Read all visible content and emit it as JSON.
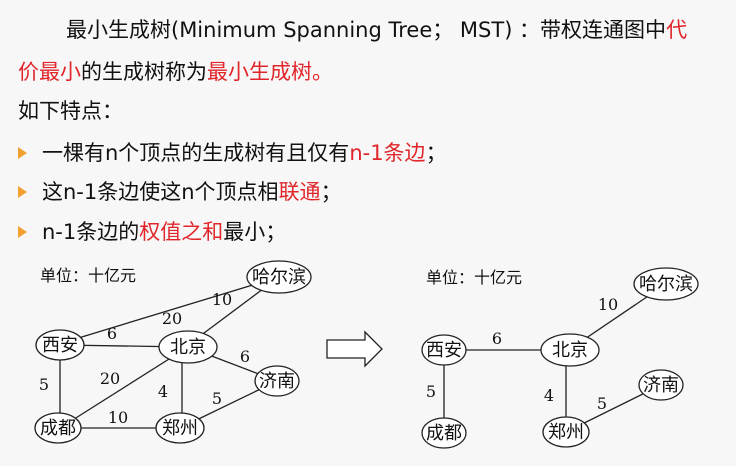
{
  "definition": {
    "line1_prefix": "最小生成树(Minimum Spanning Tree； MST) ：带权连通图中",
    "line1_red": "代",
    "line2_red_a": "价最小",
    "line2_mid": "的生成树称为",
    "line2_red_b": "最小生成树。"
  },
  "features_title": "如下特点：",
  "bullets": [
    {
      "before": "一棵有n个顶点的生成树有且仅有",
      "red": "n-1条边",
      "after": "；"
    },
    {
      "before": "这n-1条边使这n个顶点相",
      "red": "联通",
      "after": "；"
    },
    {
      "before": "n-1条边的",
      "red": "权值之和",
      "after": "最小；"
    }
  ],
  "left_graph": {
    "unit": "单位：十亿元",
    "nodes": {
      "harbin": "哈尔滨",
      "xian": "西安",
      "beijing": "北京",
      "jinan": "济南",
      "chengdu": "成都",
      "zhengzhou": "郑州"
    },
    "weights": {
      "xian_harbin": "20",
      "beijing_harbin": "10",
      "xian_beijing": "6",
      "beijing_jinan": "6",
      "xian_chengdu": "5",
      "chengdu_beijing": "20",
      "beijing_zhengzhou": "4",
      "zhengzhou_jinan": "5",
      "chengdu_zhengzhou": "10"
    }
  },
  "right_graph": {
    "unit": "单位：十亿元",
    "nodes": {
      "harbin": "哈尔滨",
      "xian": "西安",
      "beijing": "北京",
      "jinan": "济南",
      "chengdu": "成都",
      "zhengzhou": "郑州"
    },
    "weights": {
      "beijing_harbin": "10",
      "xian_beijing": "6",
      "xian_chengdu": "5",
      "beijing_zhengzhou": "4",
      "zhengzhou_jinan": "5"
    }
  },
  "colors": {
    "accent_red": "#e0262b",
    "bullet_orange": "#f2a030"
  }
}
